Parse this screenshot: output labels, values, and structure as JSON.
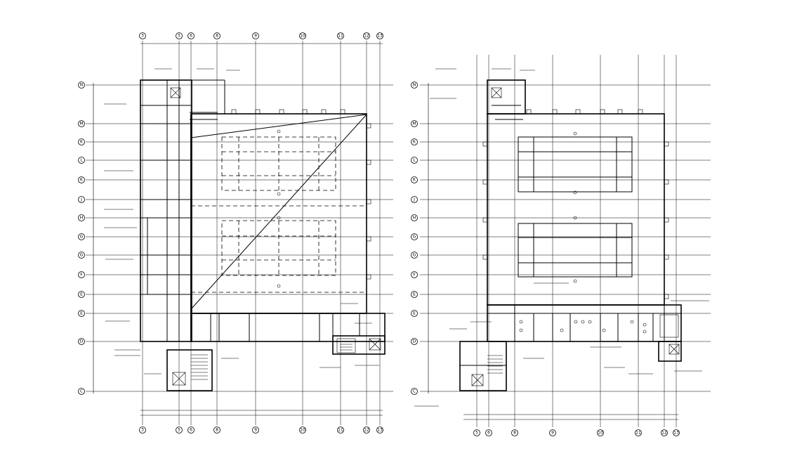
{
  "left_plan": {
    "col_labels": [
      "3",
      "5",
      "6",
      "8",
      "9",
      "10",
      "11",
      "12",
      "13"
    ],
    "row_labels": [
      "N",
      "M",
      "K",
      "L",
      "K",
      "J",
      "H",
      "G",
      "F",
      "E",
      "E",
      "D",
      "C"
    ]
  },
  "right_plan": {
    "col_labels": [
      "5",
      "6",
      "8",
      "9",
      "10",
      "11",
      "12",
      "13"
    ],
    "row_labels": [
      "N",
      "M",
      "K",
      "L",
      "K",
      "J",
      "H",
      "G",
      "F",
      "E",
      "E",
      "D",
      "C"
    ]
  }
}
